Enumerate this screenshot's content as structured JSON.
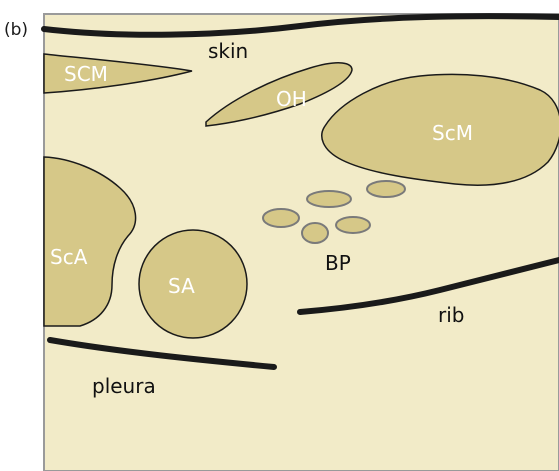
{
  "figure": {
    "panel_letter": "(b)",
    "colors": {
      "background": "#f2ebc8",
      "structure_fill": "#d6c888",
      "outline": "#1a1a1a",
      "plexus_outline": "#7a7a7a",
      "border": "#9a9a9a",
      "line": "#1a1a1a",
      "label_light": "#ffffff",
      "label_dark": "#111111"
    },
    "labels": {
      "skin": "skin",
      "scm": "SCM",
      "oh": "OH",
      "scm_middle": "ScM",
      "sca": "ScA",
      "sa": "SA",
      "bp": "BP",
      "rib": "rib",
      "pleura": "pleura"
    }
  }
}
